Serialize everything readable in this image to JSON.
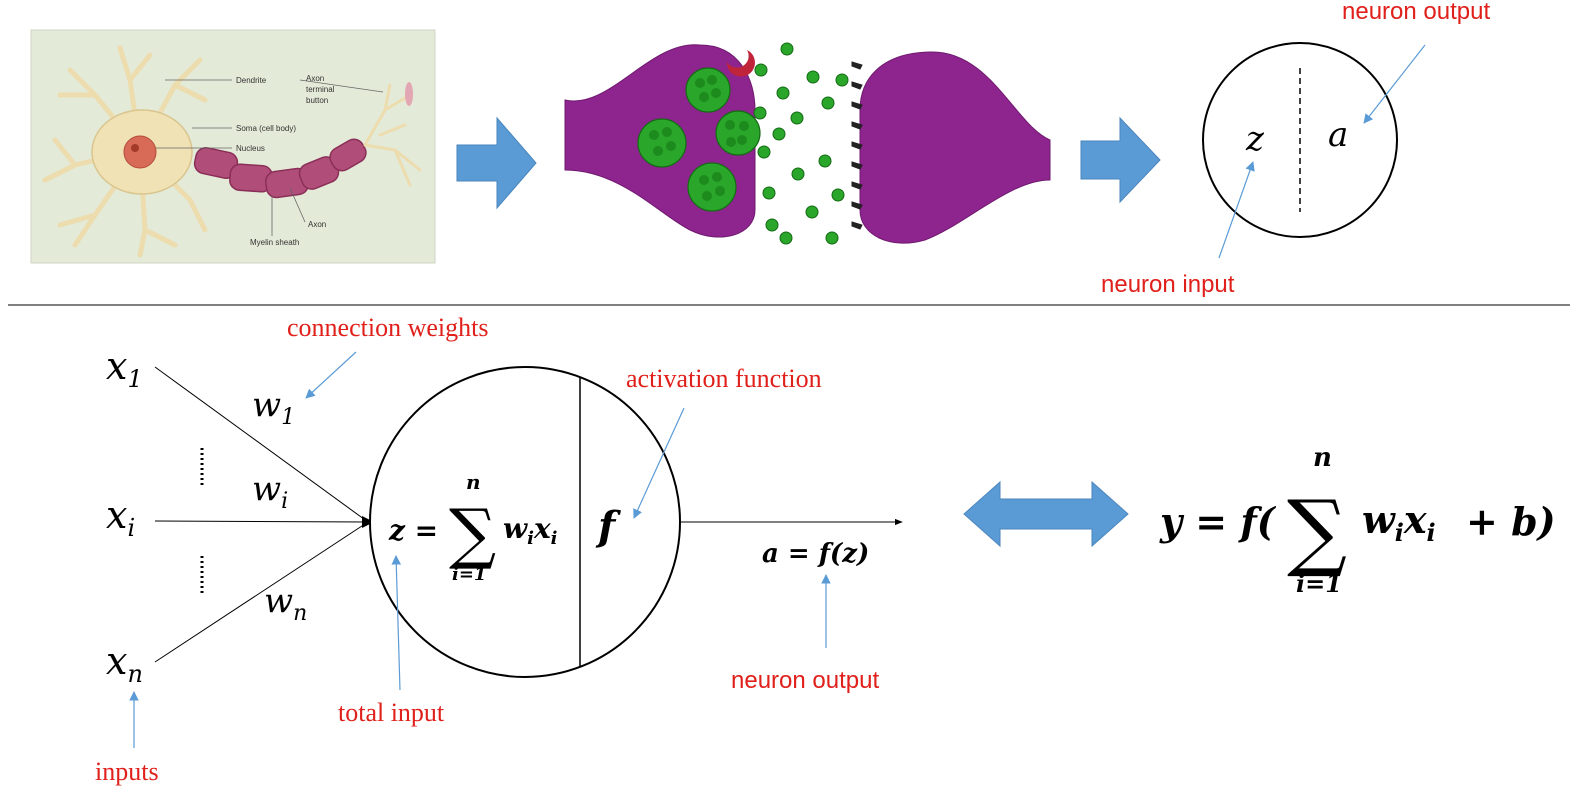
{
  "neuron_image": {
    "labels": {
      "dendrite": "Dendrite",
      "axon_terminal_1": "Axon",
      "axon_terminal_2": "terminal",
      "axon_terminal_3": "button",
      "soma": "Soma (cell body)",
      "nucleus": "Nucleus",
      "axon": "Axon",
      "myelin": "Myelin sheath"
    }
  },
  "top_model": {
    "z": "z",
    "a": "a",
    "neuron_output_label": "neuron output",
    "neuron_input_label": "neuron input"
  },
  "bottom_model": {
    "inputs": {
      "x1_base": "x",
      "x1_sub": "1",
      "xi_base": "x",
      "xi_sub": "i",
      "xn_base": "x",
      "xn_sub": "n"
    },
    "weights": {
      "w1_base": "w",
      "w1_sub": "1",
      "wi_base": "w",
      "wi_sub": "i",
      "wn_base": "w",
      "wn_sub": "n"
    },
    "sum_formula": {
      "lhs": "z =",
      "sigma": "∑",
      "upper": "n",
      "lower": "i=1",
      "term_w": "w",
      "term_w_sub": "i",
      "term_x": "x",
      "term_x_sub": "i"
    },
    "activation_symbol": "f",
    "output_formula": "a = f(z)",
    "labels": {
      "connection_weights": "connection weights",
      "activation_function": "activation function",
      "neuron_output": "neuron output",
      "total_input": "total input",
      "inputs": "inputs"
    }
  },
  "equation": {
    "lhs": "y = f(",
    "sigma": "∑",
    "upper": "n",
    "lower": "i=1",
    "term_w": "w",
    "term_w_sub": "i",
    "term_x": "x",
    "term_x_sub": "i",
    "tail": "+ b)"
  },
  "colors": {
    "arrow_blue": "#5b9bd5",
    "label_red": "#e0201b",
    "synapse_purple": "#8e248e",
    "vesicle_green": "#2aa62a"
  }
}
